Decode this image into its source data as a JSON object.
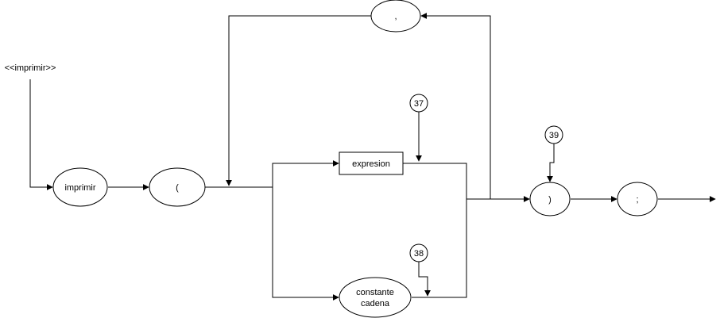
{
  "diagram": {
    "start_label": "<<imprimir>>",
    "nodes": {
      "imprimir": "imprimir",
      "paren_open": "(",
      "expresion": "expresion",
      "constante_line1": "constante",
      "constante_line2": "cadena",
      "comma": ",",
      "paren_close": ")",
      "semicolon": ";"
    },
    "markers": {
      "m37": "37",
      "m38": "38",
      "m39": "39"
    }
  }
}
